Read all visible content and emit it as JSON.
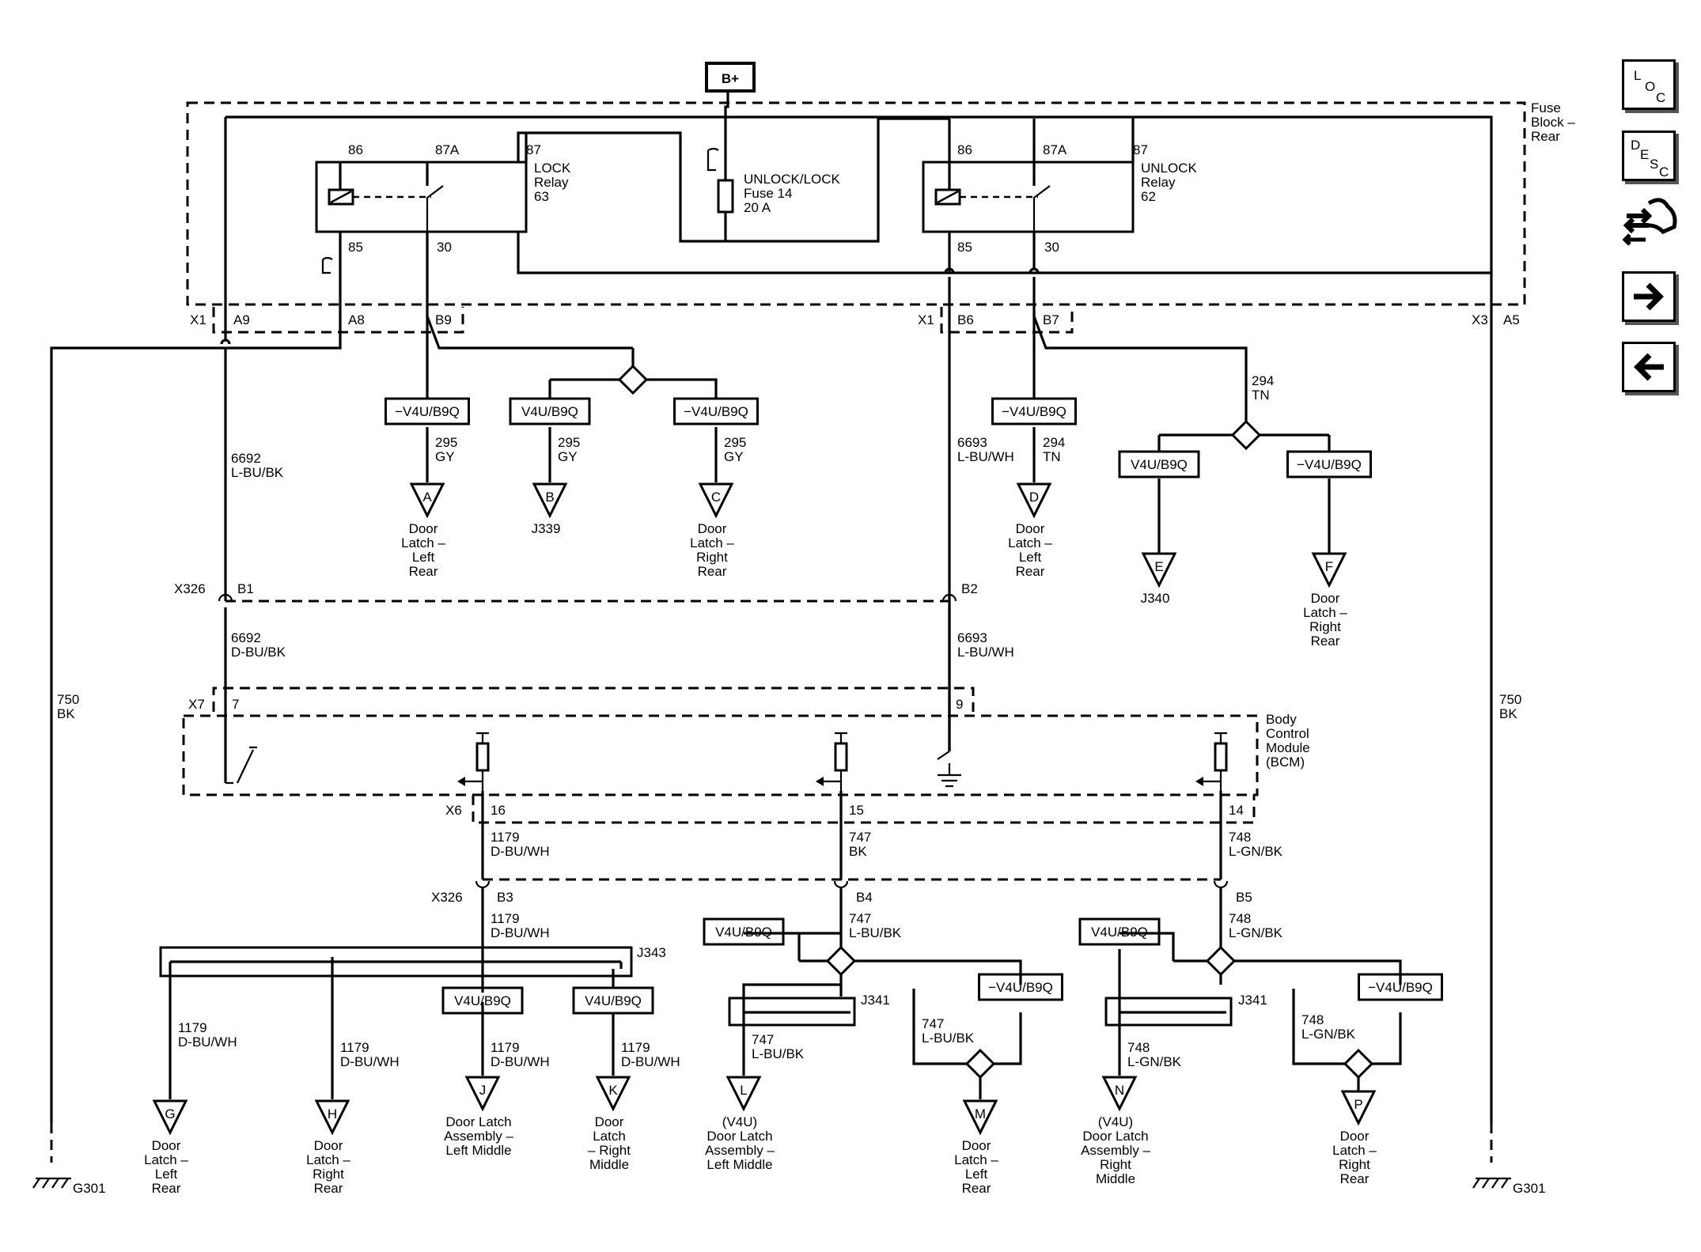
{
  "battery": "B+",
  "fuse_block": {
    "label1": "Fuse",
    "label2": "Block –",
    "label3": "Rear"
  },
  "fuse": {
    "name": "UNLOCK/LOCK",
    "num": "Fuse 14",
    "rating": "20 A"
  },
  "lock_relay": {
    "l1": "LOCK",
    "l2": "Relay",
    "l3": "63",
    "p86": "86",
    "p87a": "87A",
    "p87": "87",
    "p85": "85",
    "p30": "30"
  },
  "unlock_relay": {
    "l1": "UNLOCK",
    "l2": "Relay",
    "l3": "62",
    "p86": "86",
    "p87a": "87A",
    "p87": "87",
    "p85": "85",
    "p30": "30"
  },
  "conn": {
    "x1a": "X1",
    "a9": "A9",
    "a8": "A8",
    "b9": "B9",
    "x1b": "X1",
    "b6": "B6",
    "b7": "B7",
    "x3": "X3",
    "a5": "A5",
    "x326a": "X326",
    "b1": "B1",
    "b2": "B2",
    "x7": "X7",
    "p7": "7",
    "p9": "9",
    "x6": "X6",
    "p16": "16",
    "p15": "15",
    "p14": "14",
    "x326b": "X326",
    "b3": "B3",
    "b4": "B4",
    "b5": "B5",
    "j343": "J343",
    "j341a": "J341",
    "j341b": "J341"
  },
  "bcm": {
    "l1": "Body",
    "l2": "Control",
    "l3": "Module",
    "l4": "(BCM)"
  },
  "wires": {
    "w6692a_n": "6692",
    "w6692a_c": "L-BU/BK",
    "w6692b_n": "6692",
    "w6692b_c": "D-BU/BK",
    "w6693a_n": "6693",
    "w6693a_c": "L-BU/WH",
    "w6693b_n": "6693",
    "w6693b_c": "L-BU/WH",
    "w750l_n": "750",
    "w750l_c": "BK",
    "w750r_n": "750",
    "w750r_c": "BK",
    "w294a_n": "294",
    "w294a_c": "TN",
    "w294b_n": "294",
    "w294b_c": "TN",
    "w295a_n": "295",
    "w295a_c": "GY",
    "w295b_n": "295",
    "w295b_c": "GY",
    "w295c_n": "295",
    "w295c_c": "GY",
    "w1179a_n": "1179",
    "w1179a_c": "D-BU/WH",
    "w1179b_n": "1179",
    "w1179b_c": "D-BU/WH",
    "w1179g_n": "1179",
    "w1179g_c": "D-BU/WH",
    "w1179h_n": "1179",
    "w1179h_c": "D-BU/WH",
    "w1179j_n": "1179",
    "w1179j_c": "D-BU/WH",
    "w1179k_n": "1179",
    "w1179k_c": "D-BU/WH",
    "w747a_n": "747",
    "w747a_c": "BK",
    "w747b_n": "747",
    "w747b_c": "L-BU/BK",
    "w747l_n": "747",
    "w747l_c": "L-BU/BK",
    "w747m_n": "747",
    "w747m_c": "L-BU/BK",
    "w748a_n": "748",
    "w748a_c": "L-GN/BK",
    "w748b_n": "748",
    "w748b_c": "L-GN/BK",
    "w748n_n": "748",
    "w748n_c": "L-GN/BK",
    "w748p_n": "748",
    "w748p_c": "L-GN/BK"
  },
  "options": {
    "o1": "−V4U/B9Q",
    "o2": "V4U/B9Q",
    "o3": "−V4U/B9Q",
    "o4": "−V4U/B9Q",
    "o5": "V4U/B9Q",
    "o6": "−V4U/B9Q",
    "o7": "V4U/B9Q",
    "o8": "V4U/B9Q",
    "o9": "V4U/B9Q",
    "o10": "−V4U/B9Q",
    "o11": "V4U/B9Q",
    "o12": "−V4U/B9Q"
  },
  "refs": {
    "a": {
      "letter": "A",
      "lines": [
        "Door",
        "Latch –",
        "Left",
        "Rear"
      ]
    },
    "b": {
      "letter": "B",
      "lines": [
        "J339"
      ]
    },
    "c": {
      "letter": "C",
      "lines": [
        "Door",
        "Latch –",
        "Right",
        "Rear"
      ]
    },
    "d": {
      "letter": "D",
      "lines": [
        "Door",
        "Latch –",
        "Left",
        "Rear"
      ]
    },
    "e": {
      "letter": "E",
      "lines": [
        "J340"
      ]
    },
    "f": {
      "letter": "F",
      "lines": [
        "Door",
        "Latch –",
        "Right",
        "Rear"
      ]
    },
    "g": {
      "letter": "G",
      "lines": [
        "Door",
        "Latch –",
        "Left",
        "Rear"
      ]
    },
    "h": {
      "letter": "H",
      "lines": [
        "Door",
        "Latch –",
        "Right",
        "Rear"
      ]
    },
    "j": {
      "letter": "J",
      "lines": [
        "Door Latch",
        "Assembly –",
        "Left Middle"
      ]
    },
    "k": {
      "letter": "K",
      "lines": [
        "Door",
        "Latch",
        "– Right",
        "Middle"
      ]
    },
    "l": {
      "letter": "L",
      "lines": [
        "(V4U)",
        "Door Latch",
        "Assembly –",
        "Left Middle"
      ]
    },
    "m": {
      "letter": "M",
      "lines": [
        "Door",
        "Latch –",
        "Left",
        "Rear"
      ]
    },
    "n": {
      "letter": "N",
      "lines": [
        "(V4U)",
        "Door Latch",
        "Assembly –",
        "Right",
        "Middle"
      ]
    },
    "p": {
      "letter": "P",
      "lines": [
        "Door",
        "Latch –",
        "Right",
        "Rear"
      ]
    }
  },
  "grounds": {
    "left": "G301",
    "right": "G301"
  },
  "nav": {
    "loc": [
      "L",
      "O",
      "C"
    ],
    "desc": [
      "D",
      "E",
      "S",
      "C"
    ]
  }
}
